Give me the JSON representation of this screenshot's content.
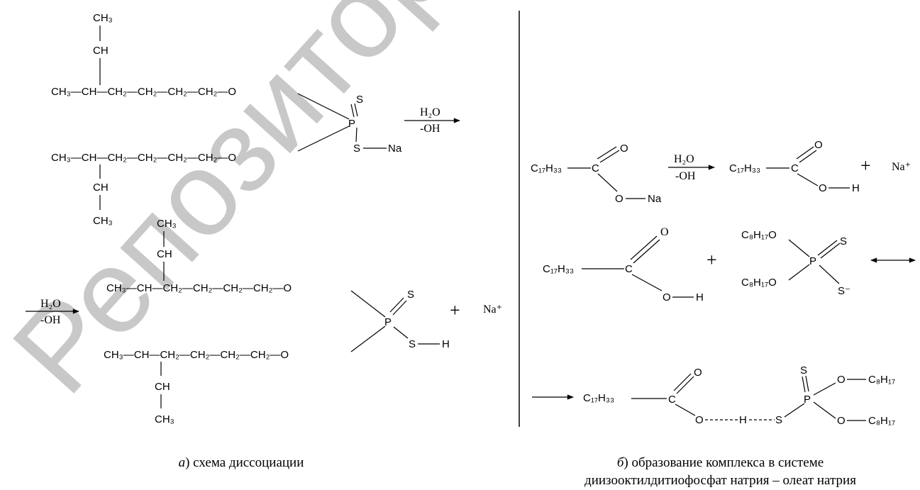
{
  "watermark": {
    "text": "Репозиторий",
    "color": "#c8c8c8"
  },
  "reagents": {
    "water": "H₂O",
    "hydroxyl": "-OH"
  },
  "ions": {
    "sodium": "Na⁺"
  },
  "plus": "+",
  "left": {
    "ester_branch_top": [
      "CH₃",
      "CH"
    ],
    "ester_chain_1": "CH₃—CH—CH₂—CH₂—CH₂—CH₂—O",
    "ester_chain_2": "CH₃—CH—CH₂—CH₂—CH₂—CH₂—O",
    "ester_branch_bottom": [
      "CH",
      "CH₃"
    ],
    "phosphorus": "P",
    "sulfur_double": "S",
    "sulfur_single": "S",
    "sodium": "Na",
    "acid_branch_top": [
      "CH₃",
      "CH"
    ],
    "acid_chain_1": "CH₃—CH—CH₂—CH₂—CH₂—CH₂—O",
    "acid_chain_2": "CH₃—CH—CH₂—CH₂—CH₂—CH₂—O",
    "acid_branch_bottom": [
      "CH",
      "CH₃"
    ],
    "hydrogen": "H"
  },
  "right": {
    "alkyl": "C₁₇H₃₃",
    "carbon": "C",
    "oxygen": "O",
    "oxygen_alt": "O",
    "sodium": "Na",
    "hydrogen": "H",
    "octyl_oxy": "C₈H₁₇O",
    "octyl": "C₈H₁₇",
    "phosphorus": "P",
    "sulfur": "S",
    "sulfur_anion": "S⁻"
  },
  "captions": {
    "a_letter": "а",
    "a_text": ") схема диссоциации",
    "b_letter": "б",
    "b_text_1": ") образование комплекса в системе",
    "b_text_2": "диизооктилдитиофосфат натрия – олеат натрия"
  }
}
